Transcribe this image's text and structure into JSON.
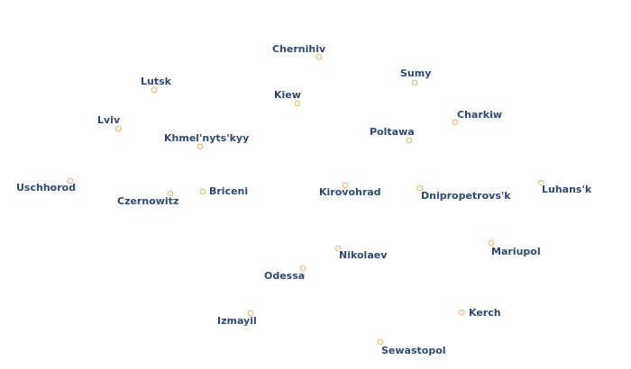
{
  "map": {
    "style": {
      "label_color": "#2c4a7a",
      "dot_color": "#f0b45a",
      "background": "#ffffff"
    },
    "cities": [
      {
        "name": "Chernihiv"
      },
      {
        "name": "Sumy"
      },
      {
        "name": "Lutsk"
      },
      {
        "name": "Kiew"
      },
      {
        "name": "Lviv"
      },
      {
        "name": "Charkiw"
      },
      {
        "name": "Poltawa"
      },
      {
        "name": "Khmel'nyts'kyy"
      },
      {
        "name": "Uschhorod"
      },
      {
        "name": "Czernowitz"
      },
      {
        "name": "Briceni"
      },
      {
        "name": "Kirovohrad"
      },
      {
        "name": "Dnipropetrovs'k"
      },
      {
        "name": "Luhans'k"
      },
      {
        "name": "Mariupol"
      },
      {
        "name": "Nikolaev"
      },
      {
        "name": "Odessa"
      },
      {
        "name": "Izmayil"
      },
      {
        "name": "Kerch"
      },
      {
        "name": "Sewastopol"
      }
    ]
  }
}
